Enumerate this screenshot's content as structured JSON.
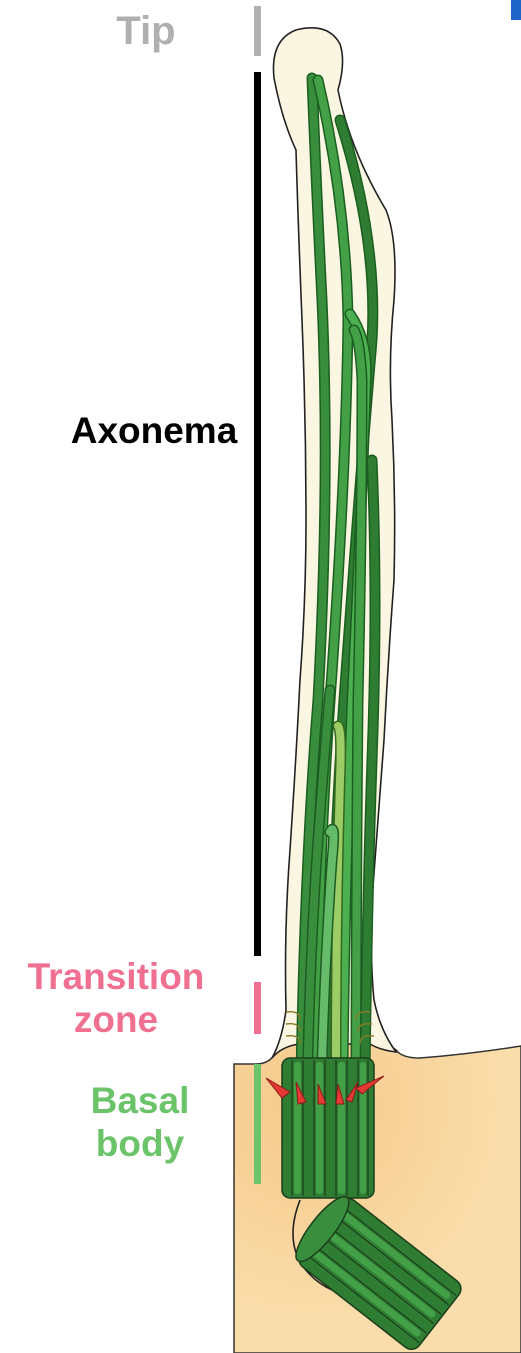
{
  "labels": {
    "tip": "Tip",
    "axonema": "Axonema",
    "transition_zone": [
      "Transition",
      "zone"
    ],
    "basal_body": [
      "Basal",
      "body"
    ]
  },
  "colors": {
    "tip": "#b0b0b0",
    "axonema": "#000000",
    "transition_zone": "#f07092",
    "basal_body": "#6cc46a",
    "cell_body": "#f8dba6",
    "cilium_membrane": "#fbf6e2",
    "microtubule_dark": "#2f7d32",
    "microtubule": "#43a047",
    "microtubule_light": "#8bc34a",
    "transition_fibers": "#e53935",
    "corner_accent": "#1e64c8"
  }
}
